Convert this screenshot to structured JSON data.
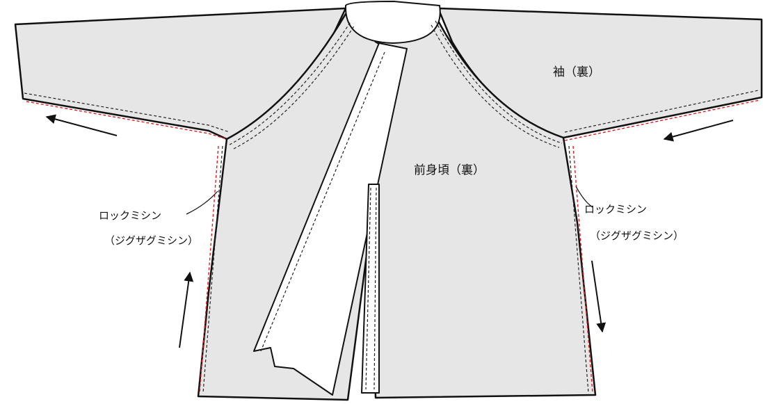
{
  "labels": {
    "sleeve_back": "袖（裏）",
    "front_body_back": "前身頃（裏）",
    "left_serger": "ロックミシン",
    "left_zigzag": "（ジグザグミシン）",
    "right_serger": "ロックミシン",
    "right_zigzag": "（ジグザグミシン）"
  },
  "colors": {
    "fabric": "#e6e6e6",
    "outline": "#111111",
    "stitch": "#222222",
    "serger_stitch": "#e8191a"
  },
  "arrows": [
    "left-sleeve-arrow",
    "left-side-arrow",
    "right-sleeve-arrow",
    "right-side-arrow"
  ]
}
